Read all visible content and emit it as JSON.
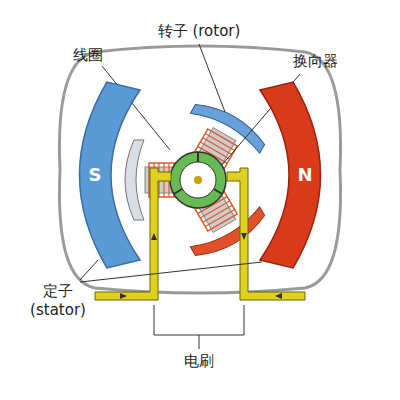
{
  "diagram": {
    "nodes": [
      {
        "text": [
          "S"
        ]
      },
      {
        "text": [
          "N"
        ]
      }
    ],
    "labels": [
      "转子 (rotor)",
      "线圈",
      "换向器",
      "定子 (stator)",
      "电刷"
    ]
  }
}
